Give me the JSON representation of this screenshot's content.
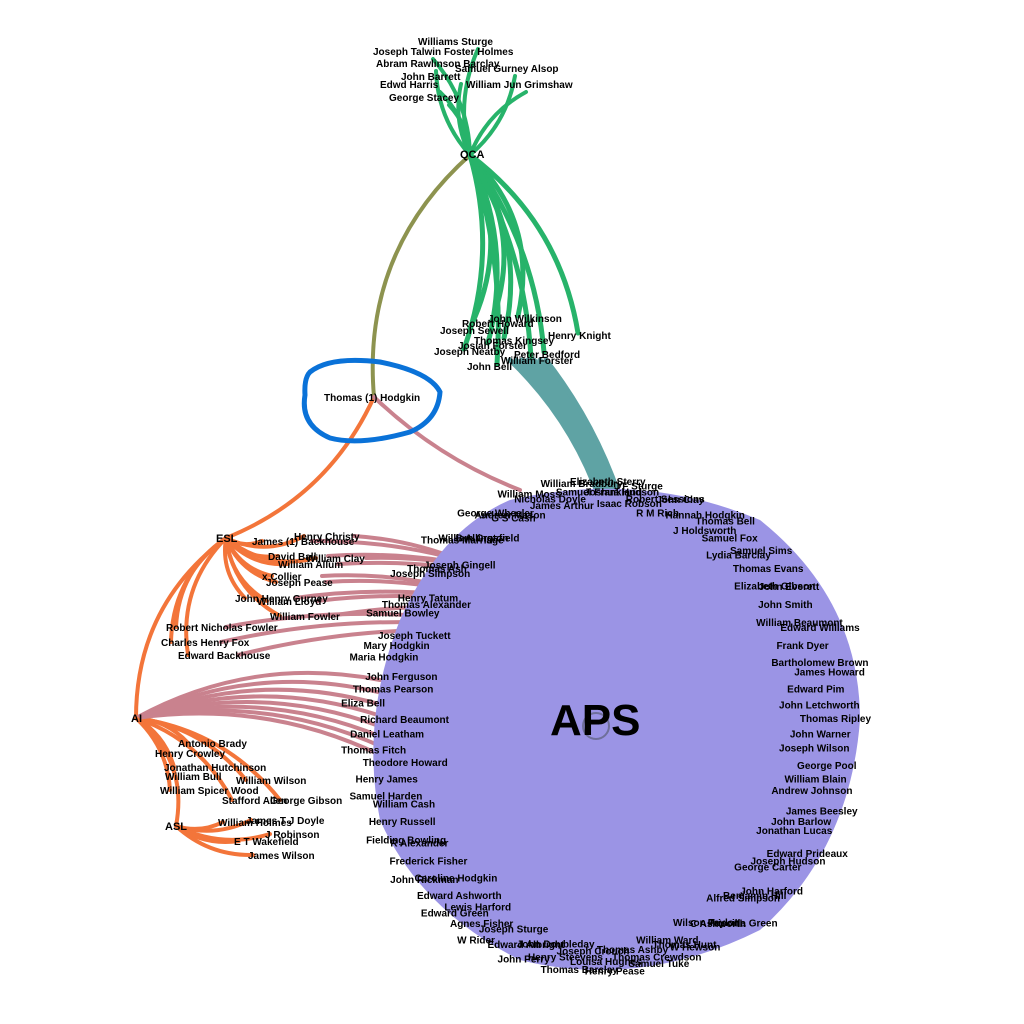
{
  "colors": {
    "background": "#ffffff",
    "aps_cluster": "#9b94e5",
    "qca_edges": "#27b36a",
    "qca_aps_edges": "#5fa3a4",
    "esl_edges": "#f3753a",
    "aps_red_edges": "#c9828e",
    "hodgkin_qca_edge": "#8d934f",
    "highlight_circle": "#0a72d8"
  },
  "hubs": {
    "qca": "QCA",
    "esl": "ESL",
    "ai": "AI",
    "asl": "ASL",
    "aps": "APS",
    "hodgkin": "Thomas (1) Hodgkin"
  },
  "qca_top_labels": [
    "Williams Sturge",
    "Joseph Talwin Foster Holmes",
    "Abram Rawlinson Barclay",
    "Samuel Gurney Alsop",
    "John Barrett",
    "Edwd Harris",
    "William Jun Grimshaw",
    "George Stacey"
  ],
  "qca_mid_labels": [
    "John Wilkinson",
    "Robert Howard",
    "Joseph Sewell",
    "Thomas Kingsey",
    "Henry Knight",
    "Josiah Forster",
    "Joseph Neatby",
    "Peter Bedford",
    "William Forster",
    "John Bell"
  ],
  "esl_labels": [
    "Henry Christy",
    "James (1) Backhouse",
    "David Ball",
    "William Clay",
    "William Allum",
    "x Collier",
    "Joseph Pease",
    "John Henry Gurney",
    "William Lloyd",
    "William Fowler",
    "Robert Nicholas Fowler",
    "Charles Henry Fox",
    "Edward Backhouse"
  ],
  "ai_labels": [
    "Antonio Brady",
    "Henry Crowley",
    "Jonathan Hutchinson",
    "William Bull",
    "William Wilson",
    "William Spicer Wood",
    "Stafford Allen",
    "George Gibson"
  ],
  "asl_labels": [
    "James T J Doyle",
    "William Holmes",
    "J Robinson",
    "E T Wakefield",
    "James Wilson"
  ],
  "aps_labels": [
    "Elizabeth Sterry",
    "Joshua Hudson",
    "Isaac Robson",
    "J F Sturge",
    "Robert Sessions",
    "R M Rich",
    "John Clay",
    "Hannah Hodgkin",
    "J Holdsworth",
    "Thomas Bell",
    "Samuel Fox",
    "Lydia Barclay",
    "Samuel Sims",
    "Thomas Evans",
    "Elizabeth Gibson",
    "John Everett",
    "John Smith",
    "William Beaumont",
    "Edward Williams",
    "Frank Dyer",
    "Bartholomew Brown",
    "James Howard",
    "Edward Pim",
    "John Letchworth",
    "Thomas Ripley",
    "John Warner",
    "Joseph Wilson",
    "George Pool",
    "William Blain",
    "Andrew Johnson",
    "James Beesley",
    "John Barlow",
    "Jonathan Lucas",
    "Edward Prideaux",
    "Joseph Hudson",
    "George Carter",
    "John Harford",
    "Benjamin Hill",
    "Alfred Simpson",
    "Priscilla Green",
    "C Ashworth",
    "Wilson Taylor",
    "W Hewson",
    "Thomas Hunt",
    "William Ward",
    "Samuel Tuke",
    "Thomas Crewdson",
    "Thomas Ashby",
    "Henry Pease",
    "Louisa Hughes",
    "Joseph Crouch",
    "Thomas Barclay",
    "Henry Steevens",
    "John Doubleday",
    "John Perry",
    "Edward Albright",
    "Joseph Sturge",
    "W Rider",
    "Agnes Fisher",
    "Lewis Harford",
    "Edward Green",
    "Edward Ashworth",
    "Caroline Hodgkin",
    "John Rickman",
    "Frederick Fisher",
    "R Alexander",
    "Fielding Bowling",
    "Henry Russell",
    "William Cash",
    "Samuel Harden",
    "Henry James",
    "Theodore Howard",
    "Thomas Fitch",
    "Daniel Leatham",
    "Richard Beaumont",
    "Eliza Bell",
    "Thomas Pearson",
    "John Ferguson",
    "Maria Hodgkin",
    "Mary Hodgkin",
    "Joseph Tuckett",
    "Samuel Bowley",
    "Thomas Alexander",
    "Henry Tatum",
    "Joseph Simpson",
    "Thomas Ash",
    "Joseph Gingell",
    "Thomas Marriage",
    "William Crosfield",
    "B Allington",
    "George Wheeler",
    "Andrew Mason",
    "G S Cash",
    "William Moss",
    "Nicholas Doyle",
    "James Arthur",
    "William Bradbury",
    "Samuel Frankland"
  ]
}
